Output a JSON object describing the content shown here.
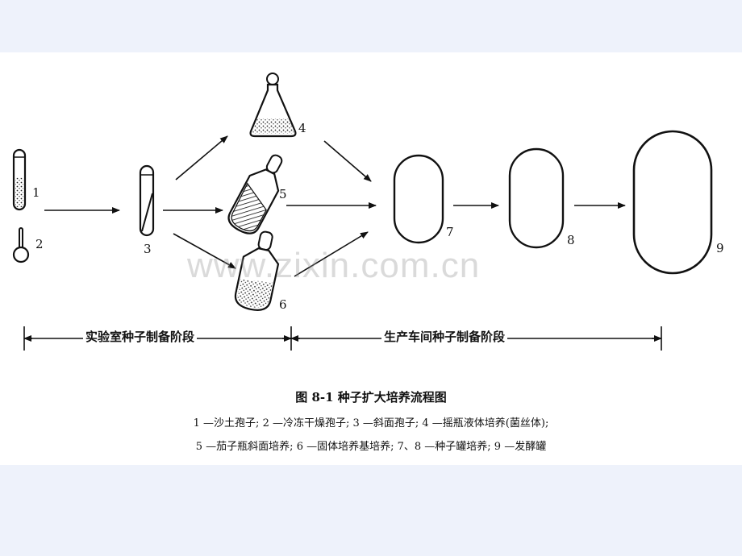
{
  "diagram": {
    "labels": {
      "n1": "1",
      "n2": "2",
      "n3": "3",
      "n4": "4",
      "n5": "5",
      "n6": "6",
      "n7": "7",
      "n8": "8",
      "n9": "9"
    },
    "stages": {
      "lab": "实验室种子制备阶段",
      "production": "生产车间种子制备阶段"
    },
    "caption": {
      "title": "图 8-1   种子扩大培养流程图",
      "line1": "1 —沙土孢子; 2 —冷冻干燥孢子; 3 —斜面孢子; 4 —摇瓶液体培养(菌丝体);",
      "line2": "5 —茄子瓶斜面培养; 6 —固体培养基培养; 7、8 —种子罐培养; 9 —发酵罐"
    },
    "watermark": "www.zixin.com.cn"
  }
}
